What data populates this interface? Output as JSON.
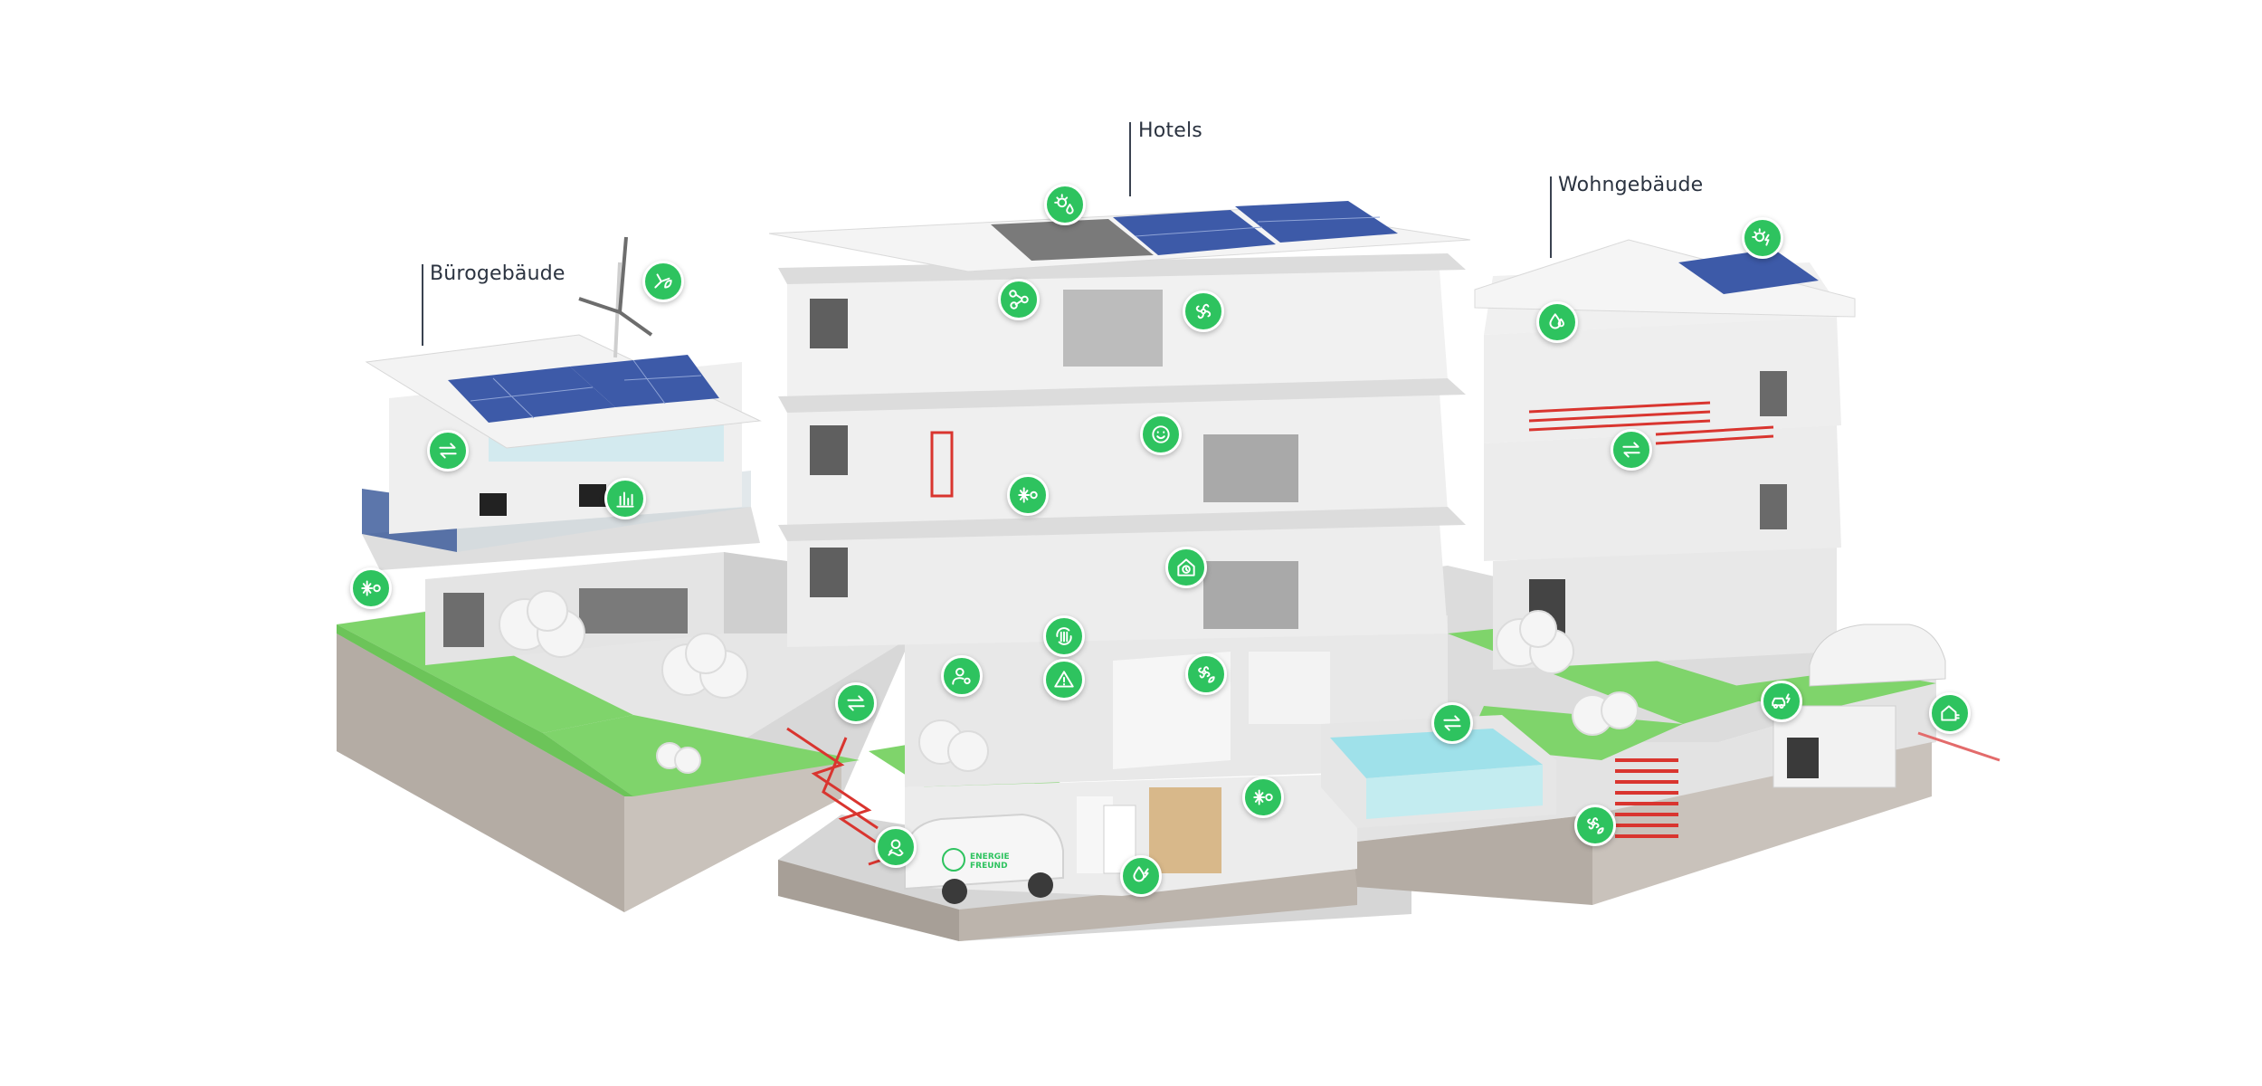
{
  "labels": {
    "office": "Bürogebäude",
    "hotels": "Hotels",
    "residential": "Wohngebäude"
  },
  "van_brand": [
    "ENERGIE",
    "FREUND"
  ],
  "colors": {
    "accent": "#2ec35f",
    "lawn": "#7fd46b",
    "ground": "#b4aca4",
    "building": "#eeeeee",
    "solar": "#3d5aa8",
    "heating_coil": "#d9352f",
    "pool": "#9fe1ea"
  },
  "hotspots": [
    {
      "id": "hs-office-wind",
      "icon": "wind-leaf-icon"
    },
    {
      "id": "hs-office-exchange",
      "icon": "exchange-arrows-icon"
    },
    {
      "id": "hs-office-monitoring",
      "icon": "bar-chart-icon"
    },
    {
      "id": "hs-office-heatpump",
      "icon": "snowflake-sun-icon"
    },
    {
      "id": "hs-hotel-roof-solar",
      "icon": "sun-drop-icon"
    },
    {
      "id": "hs-hotel-network",
      "icon": "network-nodes-icon"
    },
    {
      "id": "hs-hotel-ventilation",
      "icon": "fan-icon"
    },
    {
      "id": "hs-hotel-comfort",
      "icon": "smiley-icon"
    },
    {
      "id": "hs-hotel-climate",
      "icon": "snowflake-sun-icon"
    },
    {
      "id": "hs-hotel-smart-home",
      "icon": "house-timer-icon"
    },
    {
      "id": "hs-hotel-heating",
      "icon": "radiator-cycle-icon"
    },
    {
      "id": "hs-hotel-user",
      "icon": "person-gear-icon"
    },
    {
      "id": "hs-hotel-warning",
      "icon": "warning-triangle-icon"
    },
    {
      "id": "hs-hotel-kitchen-fan",
      "icon": "fan-leaf-icon"
    },
    {
      "id": "hs-ground-exchange",
      "icon": "exchange-arrows-icon"
    },
    {
      "id": "hs-geothermal",
      "icon": "geothermal-icon"
    },
    {
      "id": "hs-cellar-climate",
      "icon": "snowflake-sun-icon"
    },
    {
      "id": "hs-cellar-storage",
      "icon": "battery-drop-icon"
    },
    {
      "id": "hs-pool-exchange",
      "icon": "exchange-arrows-icon"
    },
    {
      "id": "hs-res-roof-solar",
      "icon": "sun-bolt-icon"
    },
    {
      "id": "hs-res-water",
      "icon": "water-drop-icon"
    },
    {
      "id": "hs-res-exchange",
      "icon": "exchange-arrows-icon"
    },
    {
      "id": "hs-res-storage",
      "icon": "fan-leaf-icon"
    },
    {
      "id": "hs-res-ev-charging",
      "icon": "car-bolt-icon"
    },
    {
      "id": "hs-res-grid",
      "icon": "house-plug-icon"
    }
  ]
}
